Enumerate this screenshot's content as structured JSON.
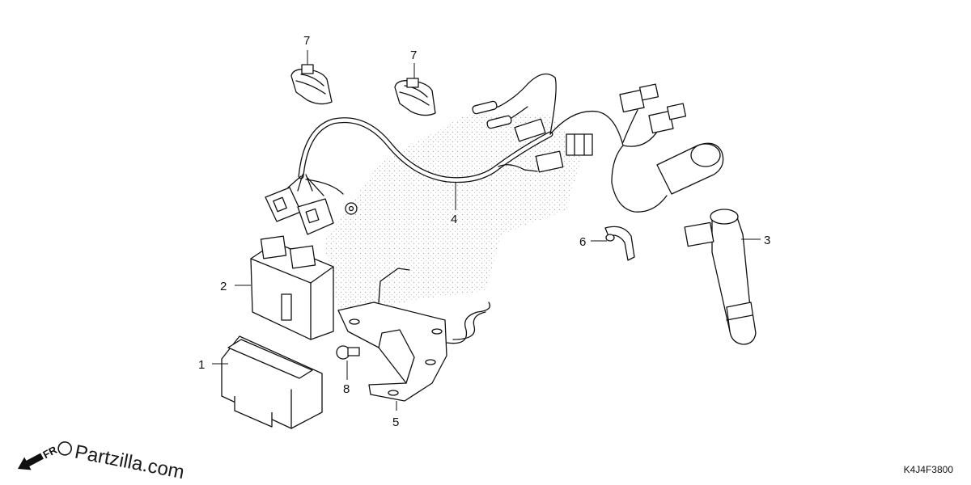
{
  "diagram_code": "K4J4F3800",
  "watermark": "Partzilla.com",
  "callouts": [
    {
      "id": "callout-1",
      "text": "1"
    },
    {
      "id": "callout-2",
      "text": "2"
    },
    {
      "id": "callout-3",
      "text": "3"
    },
    {
      "id": "callout-4",
      "text": "4"
    },
    {
      "id": "callout-5",
      "text": "5"
    },
    {
      "id": "callout-6",
      "text": "6"
    },
    {
      "id": "callout-7a",
      "text": "7"
    },
    {
      "id": "callout-7b",
      "text": "7"
    },
    {
      "id": "callout-8",
      "text": "8"
    }
  ],
  "front_arrow": {
    "text": "FR"
  }
}
